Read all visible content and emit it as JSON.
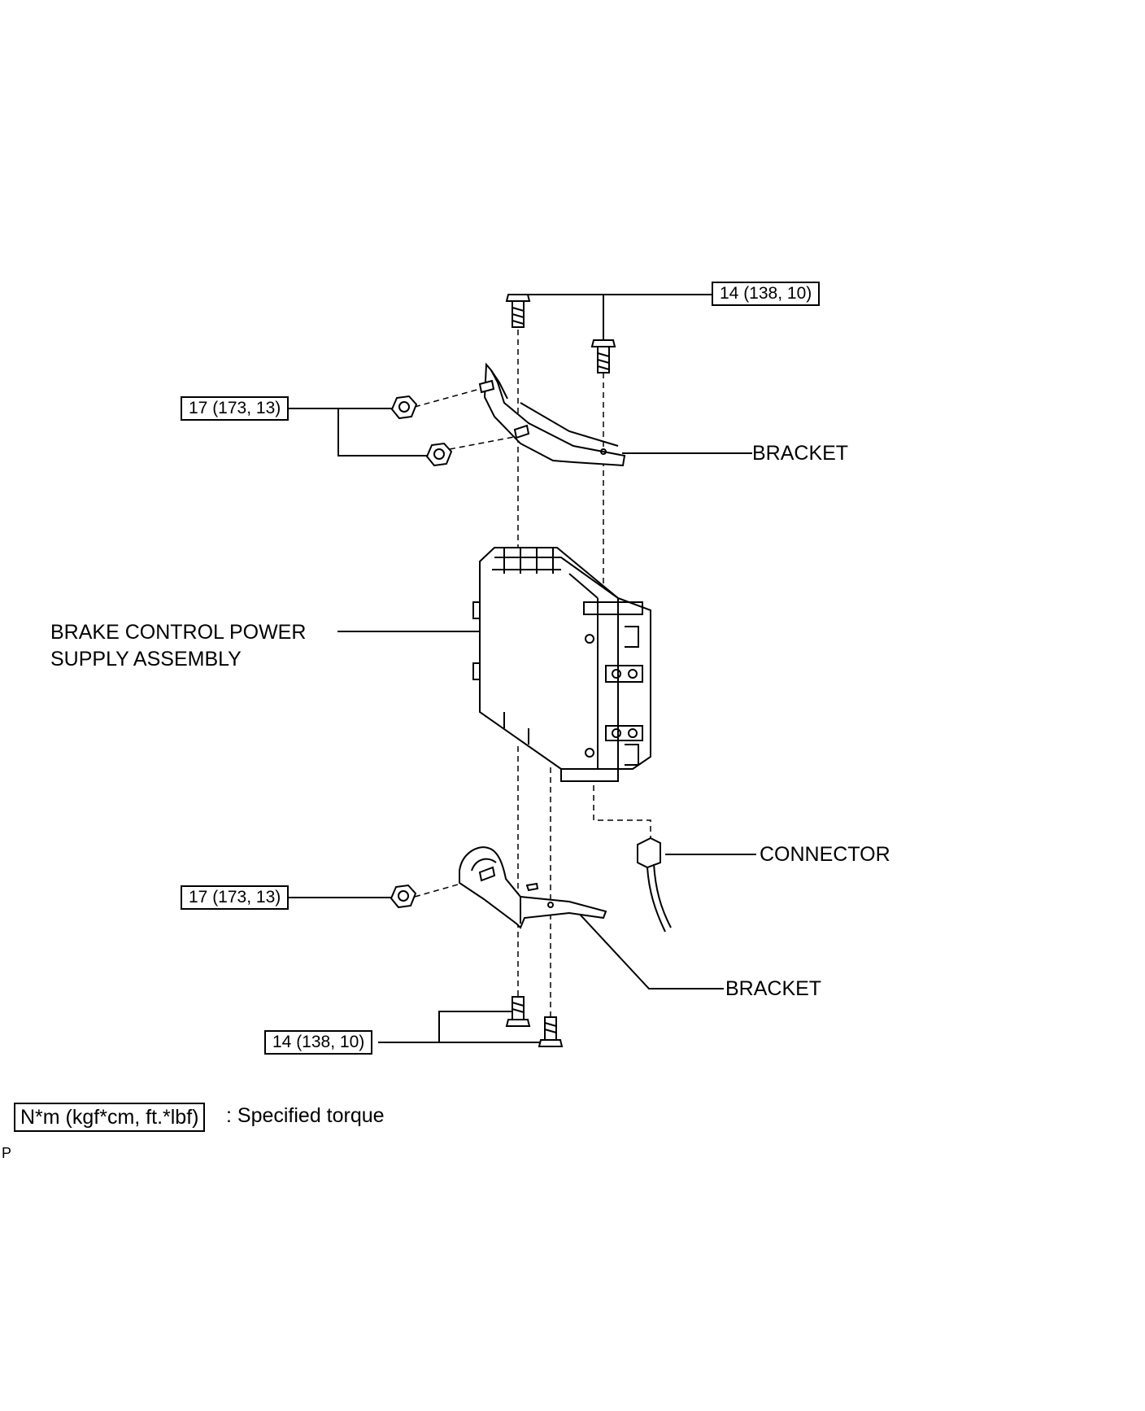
{
  "torque_labels": {
    "top_bolts": "14 (138, 10)",
    "top_nuts": "17 (173, 13)",
    "bottom_nut": "17 (173, 13)",
    "bottom_bolts": "14 (138, 10)"
  },
  "part_labels": {
    "upper_bracket": "BRACKET",
    "assembly_line1": "BRAKE CONTROL POWER",
    "assembly_line2": "SUPPLY ASSEMBLY",
    "connector": "CONNECTOR",
    "lower_bracket": "BRACKET"
  },
  "legend": {
    "unit_box": "N*m (kgf*cm, ft.*lbf)",
    "description": ": Specified torque"
  },
  "corner_mark": "P"
}
